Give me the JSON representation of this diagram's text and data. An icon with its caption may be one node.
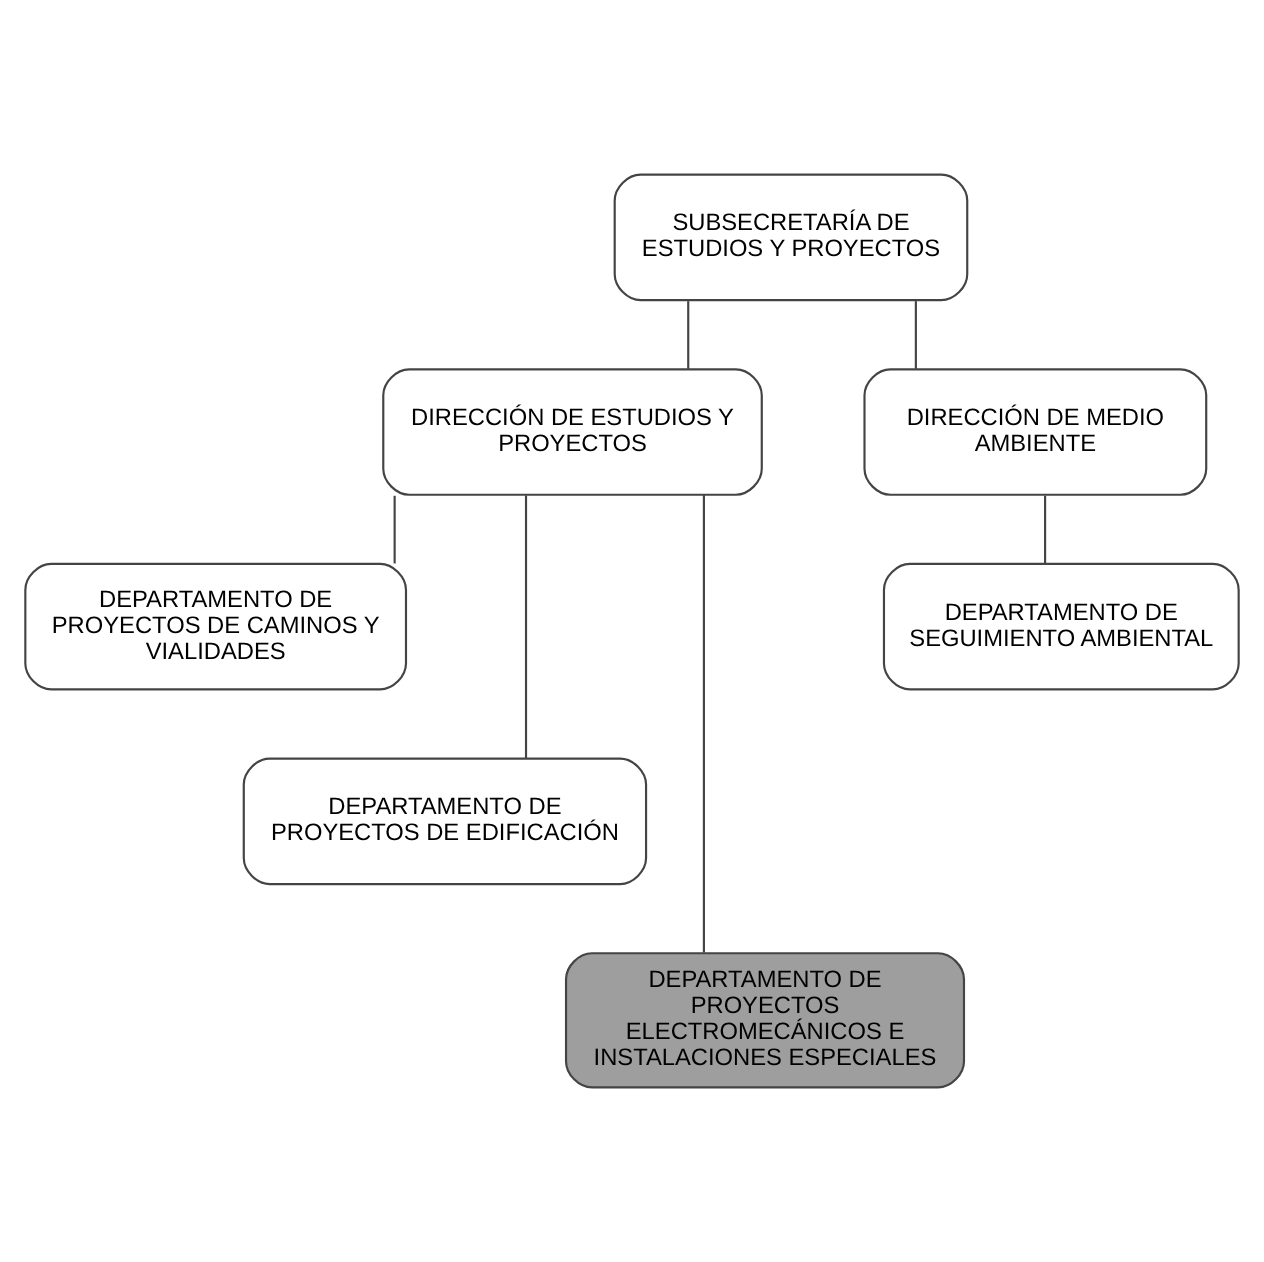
{
  "diagram": {
    "nodes": [
      {
        "text": [
          "SUBSECRETARÍA DE ESTUDIOS Y PROYECTOS"
        ]
      },
      {
        "text": [
          "DIRECCIÓN DE ESTUDIOS Y PROYECTOS"
        ]
      },
      {
        "text": [
          "DIRECCIÓN DE MEDIO AMBIENTE"
        ]
      },
      {
        "text": [
          "DEPARTAMENTO DE PROYECTOS DE CAMINOS Y VIALIDADES"
        ]
      },
      {
        "text": [
          "DEPARTAMENTO DE PROYECTOS DE EDIFICACIÓN"
        ]
      },
      {
        "text": [
          "DEPARTAMENTO DE PROYECTOS ELECTROMECÁNICOS E INSTALACIONES ESPECIALES"
        ]
      },
      {
        "text": [
          "DEPARTAMENTO DE SEGUIMIENTO AMBIENTAL"
        ]
      }
    ],
    "edges": [
      {
        "from": 0,
        "to": 1,
        "arrow": "none"
      },
      {
        "from": 0,
        "to": 2,
        "arrow": "none"
      },
      {
        "from": 1,
        "to": 3,
        "arrow": "none"
      },
      {
        "from": 1,
        "to": 4,
        "arrow": "none"
      },
      {
        "from": 1,
        "to": 5,
        "arrow": "none"
      },
      {
        "from": 2,
        "to": 6,
        "arrow": "none"
      }
    ]
  }
}
